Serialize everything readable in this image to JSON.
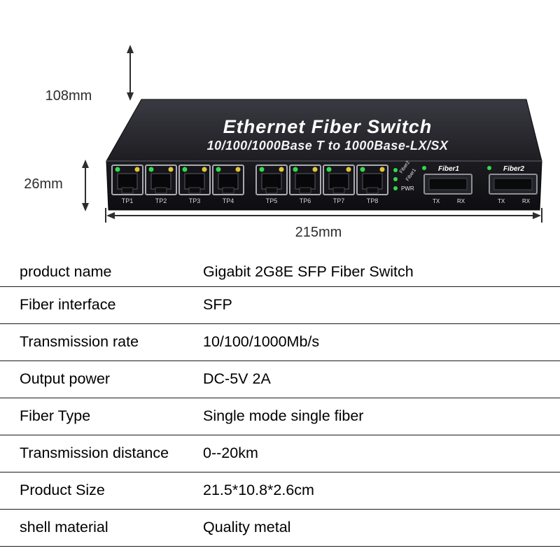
{
  "device": {
    "title": "Ethernet Fiber Switch",
    "subtitle": "10/100/1000Base T to 1000Base-LX/SX",
    "ports": [
      "TP1",
      "TP2",
      "TP3",
      "TP4",
      "TP5",
      "TP6",
      "TP7",
      "TP8"
    ],
    "led_labels": [
      "Fiber2",
      "Fiber1"
    ],
    "pwr_label": "PWR",
    "sfp": [
      {
        "label": "Fiber1",
        "tx": "TX",
        "rx": "RX"
      },
      {
        "label": "Fiber2",
        "tx": "TX",
        "rx": "RX"
      }
    ]
  },
  "dimensions": {
    "depth": "108mm",
    "height": "26mm",
    "width": "215mm"
  },
  "specs": {
    "rows": [
      {
        "label": "product name",
        "value": "Gigabit 2G8E SFP Fiber Switch"
      },
      {
        "label": "Fiber interface",
        "value": "SFP"
      },
      {
        "label": "Transmission rate",
        "value": "10/100/1000Mb/s"
      },
      {
        "label": "Output power",
        "value": "DC-5V 2A"
      },
      {
        "label": "Fiber Type",
        "value": "Single mode single fiber"
      },
      {
        "label": "Transmission distance",
        "value": "0--20km"
      },
      {
        "label": "Product Size",
        "value": "21.5*10.8*2.6cm"
      },
      {
        "label": "shell material",
        "value": "Quality metal"
      }
    ]
  },
  "colors": {
    "led_green": "#35d94f",
    "led_yellow": "#e0c63a",
    "device_top": "#2a2a30",
    "device_front": "#141418",
    "table_line": "#1b1b1b"
  }
}
